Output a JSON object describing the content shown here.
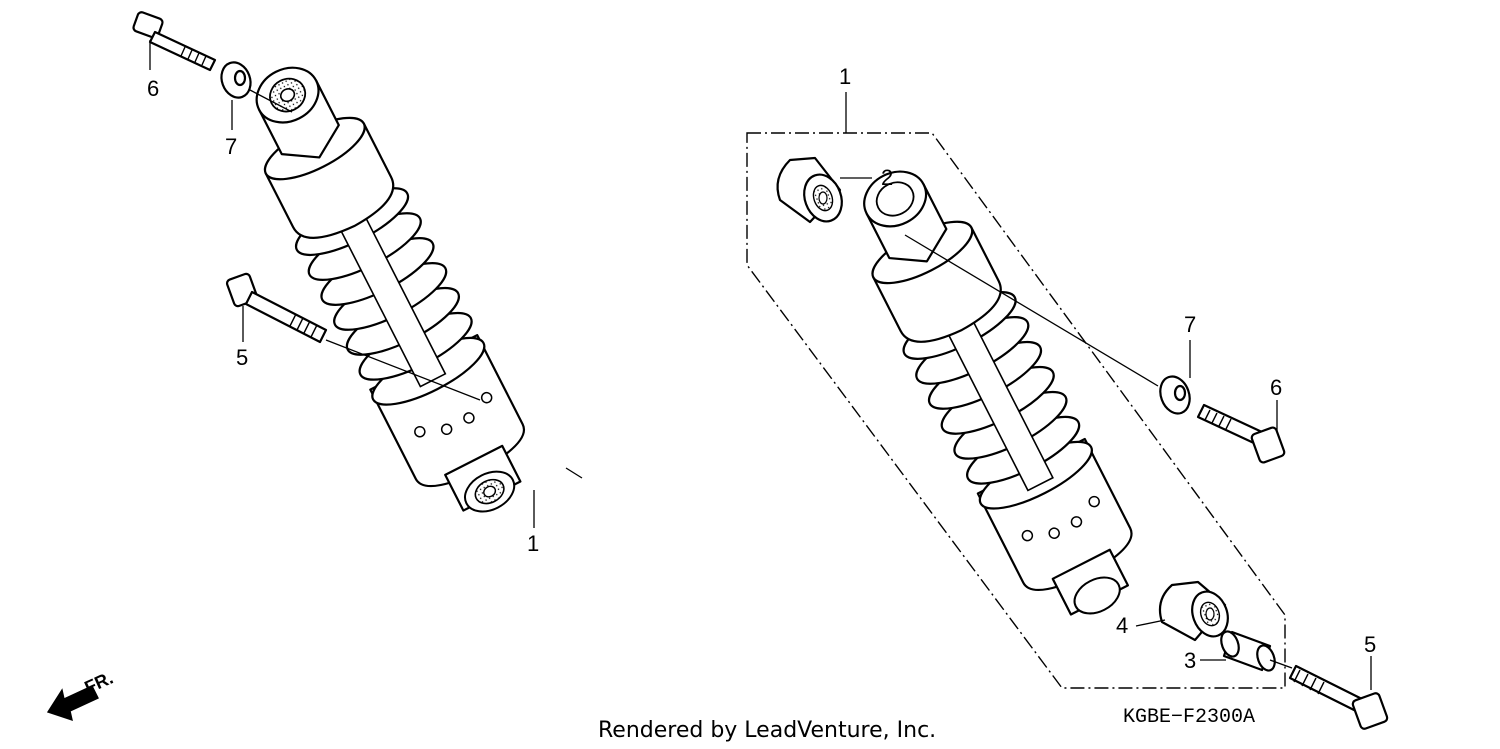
{
  "diagram": {
    "code": "KGBE−F2300A",
    "footer": "Rendered by LeadVenture, Inc.",
    "direction_label": "FR.",
    "left_assembly": {
      "callouts": {
        "bolt_top": "6",
        "washer": "7",
        "bolt_mid": "5",
        "shock": "1"
      }
    },
    "right_assembly": {
      "callouts": {
        "group": "1",
        "bushing_top": "2",
        "washer": "7",
        "bolt_top": "6",
        "bushing_bottom": "4",
        "collar": "3",
        "bolt_bottom": "5"
      }
    }
  }
}
